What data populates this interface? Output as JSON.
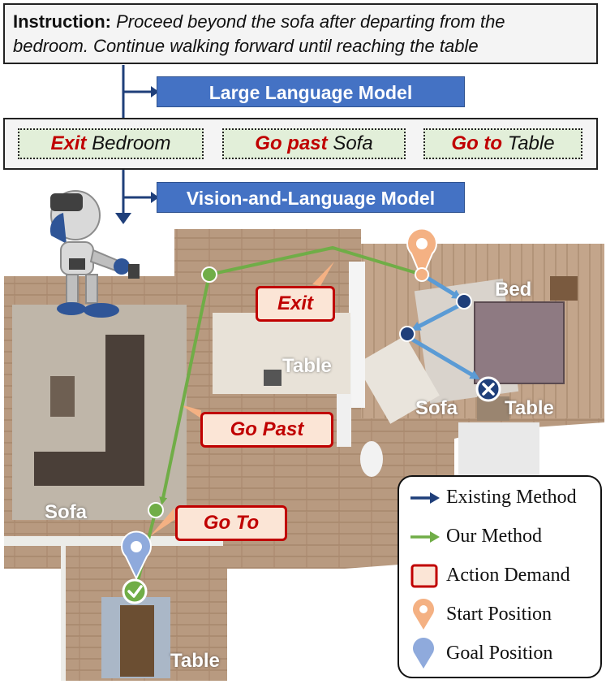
{
  "instruction": {
    "label": "Instruction:",
    "line1": "Proceed beyond the sofa after departing from the",
    "line2": "bedroom. Continue walking forward until reaching the table"
  },
  "models": {
    "llm": "Large Language Model",
    "vlm": "Vision-and-Language Model"
  },
  "plan": [
    {
      "verb": "Exit",
      "object": "Bedroom"
    },
    {
      "verb": "Go past",
      "object": "Sofa"
    },
    {
      "verb": "Go to",
      "object": "Table"
    }
  ],
  "actions": {
    "exit": "Exit",
    "go_past": "Go Past",
    "go_to": "Go To"
  },
  "rooms": {
    "bed": "Bed",
    "table_center": "Table",
    "sofa_right": "Sofa",
    "table_right": "Table",
    "sofa_left": "Sofa",
    "table_bottom": "Table"
  },
  "legend": {
    "existing": "Existing Method",
    "ours": "Our Method",
    "action": "Action Demand",
    "start": "Start Position",
    "goal": "Goal Position"
  },
  "colors": {
    "existing_arrow": "#1f3f7a",
    "our_path": "#70ad47",
    "existing_path": "#5b9bd5",
    "node_dark": "#1f3f7a",
    "action_border": "#c00000",
    "action_fill": "#fbe5d6",
    "start_pin": "#f4b183",
    "goal_pin": "#8faadc",
    "model_bar": "#4472c4",
    "subtask_fill": "#e2efd9"
  }
}
